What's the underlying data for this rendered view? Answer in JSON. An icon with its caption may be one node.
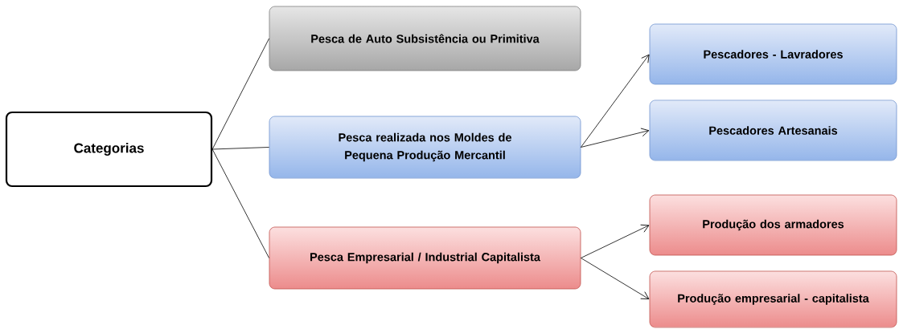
{
  "diagram": {
    "nodes": [
      {
        "text": [
          "Categorias"
        ]
      },
      {
        "text": [
          "Pesca de Auto Subsistência ou Primitiva"
        ]
      },
      {
        "text": [
          "Pesca realizada nos Moldes de Pequena Produção Mercantil"
        ]
      },
      {
        "text": [
          "Pesca Empresarial / Industrial Capitalista"
        ]
      },
      {
        "text": [
          "Pescadores - Lavradores"
        ]
      },
      {
        "text": [
          "Pescadores Artesanais"
        ]
      },
      {
        "text": [
          "Produção dos armadores"
        ]
      },
      {
        "text": [
          "Produção empresarial - capitalista"
        ]
      }
    ],
    "edges": [
      {
        "from": 0,
        "to": 1,
        "arrow": "none"
      },
      {
        "from": 0,
        "to": 2,
        "arrow": "none"
      },
      {
        "from": 0,
        "to": 3,
        "arrow": "none"
      },
      {
        "from": 2,
        "to": 4,
        "arrow": "to"
      },
      {
        "from": 2,
        "to": 5,
        "arrow": "to"
      },
      {
        "from": 3,
        "to": 6,
        "arrow": "to"
      },
      {
        "from": 3,
        "to": 7,
        "arrow": "to"
      }
    ]
  }
}
